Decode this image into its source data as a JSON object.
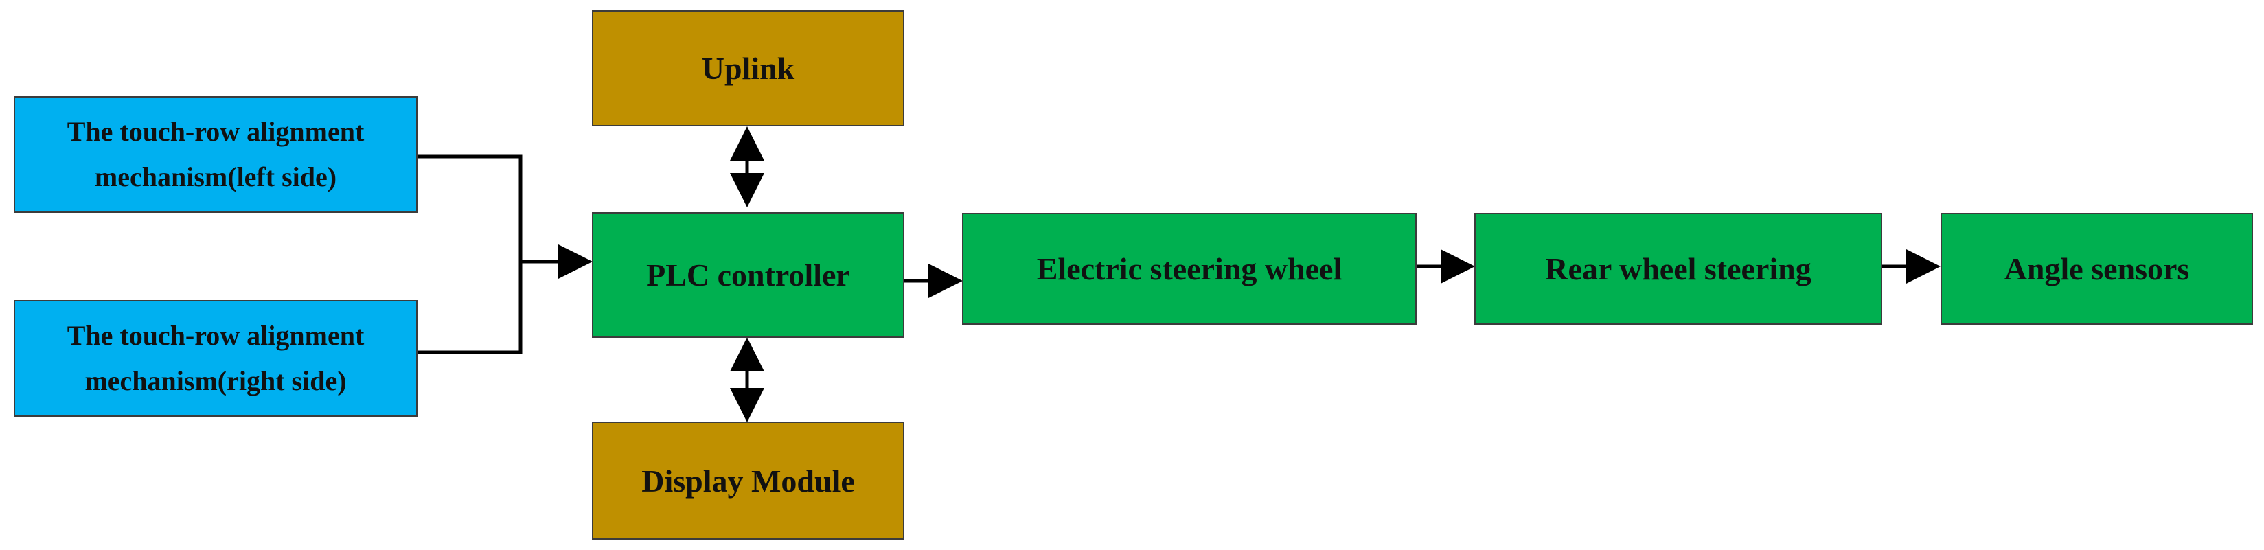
{
  "diagram": {
    "nodes": {
      "uplink": "Uplink",
      "left_mechanism": [
        "The touch-row alignment",
        "mechanism(left side)"
      ],
      "right_mechanism": [
        "The touch-row alignment",
        "mechanism(right side)"
      ],
      "plc": "PLC controller",
      "steering_wheel": "Electric steering wheel",
      "rear_steering": "Rear wheel steering",
      "angle_sensors": "Angle sensors",
      "display": "Display Module"
    },
    "colors": {
      "input": "#00b0f0",
      "process": "#00b050",
      "peripheral": "#bf9000"
    },
    "edges": [
      {
        "from": "left_mechanism",
        "to": "plc",
        "direction": "forward"
      },
      {
        "from": "right_mechanism",
        "to": "plc",
        "direction": "forward"
      },
      {
        "from": "plc",
        "to": "uplink",
        "direction": "both"
      },
      {
        "from": "plc",
        "to": "display",
        "direction": "both"
      },
      {
        "from": "plc",
        "to": "steering_wheel",
        "direction": "forward"
      },
      {
        "from": "steering_wheel",
        "to": "rear_steering",
        "direction": "forward"
      },
      {
        "from": "rear_steering",
        "to": "angle_sensors",
        "direction": "forward"
      }
    ]
  }
}
